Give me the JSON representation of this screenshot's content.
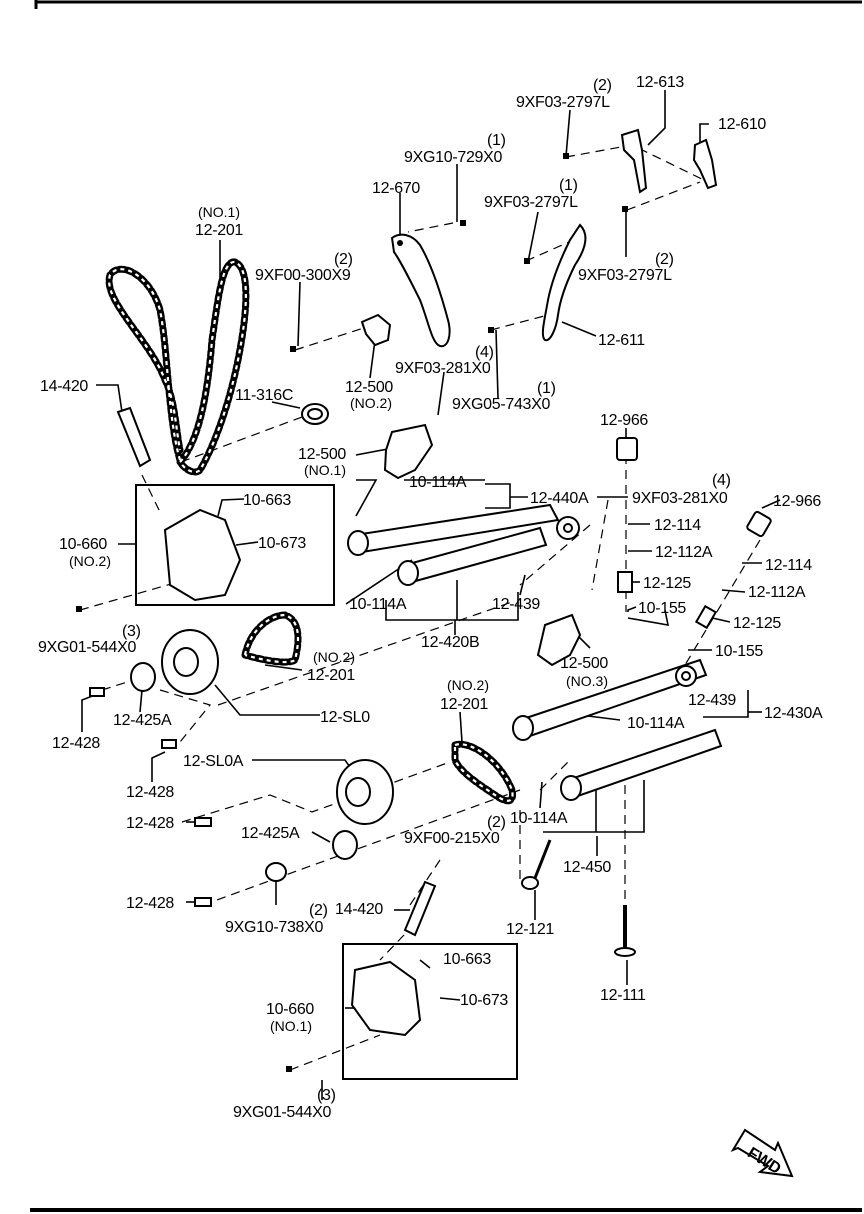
{
  "labels": {
    "l_9xf03_2797l_top_qty": "(2)",
    "l_9xf03_2797l_top": "9XF03-2797L",
    "l_12_613": "12-613",
    "l_12_610": "12-610",
    "l_9xg10_729x0_qty": "(1)",
    "l_9xg10_729x0": "9XG10-729X0",
    "l_12_670": "12-670",
    "l_9xf03_2797l_mid_qty": "(1)",
    "l_9xf03_2797l_mid": "9XF03-2797L",
    "l_no1_chain_a": "(NO.1)",
    "l_12_201_a": "12-201",
    "l_9xf00_300x9_qty": "(2)",
    "l_9xf00_300x9": "9XF00-300X9",
    "l_9xf03_2797l_right_qty": "(2)",
    "l_9xf03_2797l_right": "9XF03-2797L",
    "l_12_611": "12-611",
    "l_9xf03_281x0_a_qty": "(4)",
    "l_9xf03_281x0_a": "9XF03-281X0",
    "l_14_420_a": "14-420",
    "l_12_500_no2": "12-500",
    "l_no2_tensioner": "(NO.2)",
    "l_9xg05_743x0_qty": "(1)",
    "l_9xg05_743x0": "9XG05-743X0",
    "l_11_316c": "11-316C",
    "l_12_966_a": "12-966",
    "l_12_500_no1": "12-500",
    "l_no1_tensioner": "(NO.1)",
    "l_10_114a_a": "10-114A",
    "l_12_440a": "12-440A",
    "l_9xf03_281x0_b_qty": "(4)",
    "l_9xf03_281x0_b": "9XF03-281X0",
    "l_12_966_b": "12-966",
    "l_10_663_a": "10-663",
    "l_12_114_a": "12-114",
    "l_10_660_a": "10-660",
    "l_no2_oil": "(NO.2)",
    "l_10_673_a": "10-673",
    "l_12_112a_a": "12-112A",
    "l_12_114_b": "12-114",
    "l_12_125_a": "12-125",
    "l_12_112a_b": "12-112A",
    "l_10_155_a": "10-155",
    "l_12_125_b": "12-125",
    "l_10_114a_b": "10-114A",
    "l_12_439_a": "12-439",
    "l_9xg01_544x0_a_qty": "(3)",
    "l_9xg01_544x0_a": "9XG01-544X0",
    "l_12_420b": "12-420B",
    "l_no2_chain_b": "(NO.2)",
    "l_12_201_b": "12-201",
    "l_10_155_b": "10-155",
    "l_12_500_no3": "12-500",
    "l_no3_tensioner": "(NO.3)",
    "l_12_428_a": "12-428",
    "l_12_425a_a": "12-425A",
    "l_12_sl0": "12-SL0",
    "l_no2_chain_c": "(NO.2)",
    "l_12_201_c": "12-201",
    "l_12_439_b": "12-439",
    "l_12_430a": "12-430A",
    "l_10_114a_c": "10-114A",
    "l_12_428_b": "12-428",
    "l_12_sl0a": "12-SL0A",
    "l_12_428_c": "12-428",
    "l_10_114a_d": "10-114A",
    "l_9xf00_215x0_qty": "(2)",
    "l_9xf00_215x0": "9XF00-215X0",
    "l_12_425a_b": "12-425A",
    "l_12_450": "12-450",
    "l_12_428_d": "12-428",
    "l_14_420_b": "14-420",
    "l_9xg10_738x0_qty": "(2)",
    "l_9xg10_738x0": "9XG10-738X0",
    "l_12_121": "12-121",
    "l_10_663_b": "10-663",
    "l_10_660_b": "10-660",
    "l_no1_oil": "(NO.1)",
    "l_10_673_b": "10-673",
    "l_12_111": "12-111",
    "l_9xg01_544x0_b_qty": "(3)",
    "l_9xg01_544x0_b": "9XG01-544X0",
    "fwd": "FWD"
  }
}
